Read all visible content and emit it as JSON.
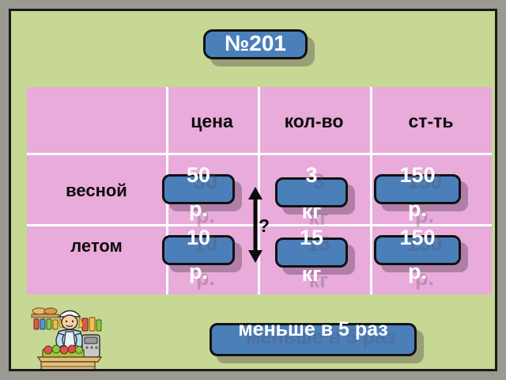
{
  "slide": {
    "title": "№201",
    "background_color": "#c6d894",
    "table_color": "#e9abda",
    "accent_color": "#4b7fba",
    "text_color": "#ffffff",
    "frame_color": "#9a9a92"
  },
  "table": {
    "corner_label": "",
    "headers": [
      "",
      "цена",
      "кол-во",
      "ст-ть"
    ],
    "rows": [
      {
        "label": "весной",
        "cells": [
          {
            "value": "50",
            "unit": "р."
          },
          {
            "value": "3",
            "unit": "кг"
          },
          {
            "value": "150",
            "unit": "р."
          }
        ]
      },
      {
        "label": "летом",
        "cells": [
          {
            "value": "10",
            "unit": "р."
          },
          {
            "value": "15",
            "unit": "кг"
          },
          {
            "value": "150",
            "unit": "р."
          }
        ]
      }
    ]
  },
  "annotation": {
    "question_mark": "?",
    "arrow_name": "double-headed-vertical-arrow"
  },
  "answer": {
    "label": "меньше в 5 раз"
  },
  "clipart": {
    "name": "shop-vendor-illustration"
  }
}
